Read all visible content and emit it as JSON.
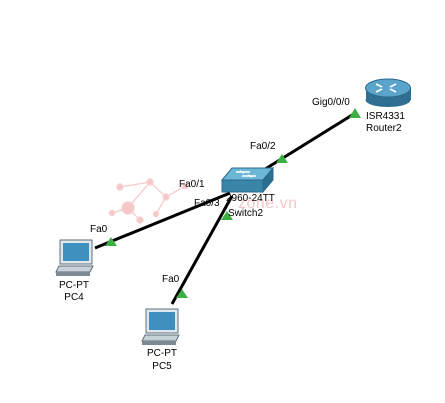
{
  "watermark": "zone.vn",
  "colors": {
    "link": "#000000",
    "port_indicator": "#3cb043",
    "switch_body": "#3d8fb0",
    "router_body": "#4a90b8",
    "pc_screen": "#3f8fbf"
  },
  "devices": {
    "router": {
      "model": "ISR4331",
      "name": "Router2",
      "icon": "router-icon"
    },
    "switch": {
      "model": "2960-24TT",
      "name": "Switch2",
      "icon": "switch-icon"
    },
    "pc4": {
      "model": "PC-PT",
      "name": "PC4",
      "icon": "pc-icon"
    },
    "pc5": {
      "model": "PC-PT",
      "name": "PC5",
      "icon": "pc-icon"
    }
  },
  "ports": {
    "router_gig": "Gig0/0/0",
    "switch_fa2": "Fa0/2",
    "switch_fa1": "Fa0/1",
    "switch_fa3": "Fa0/3",
    "pc4_fa0": "Fa0",
    "pc5_fa0": "Fa0"
  }
}
